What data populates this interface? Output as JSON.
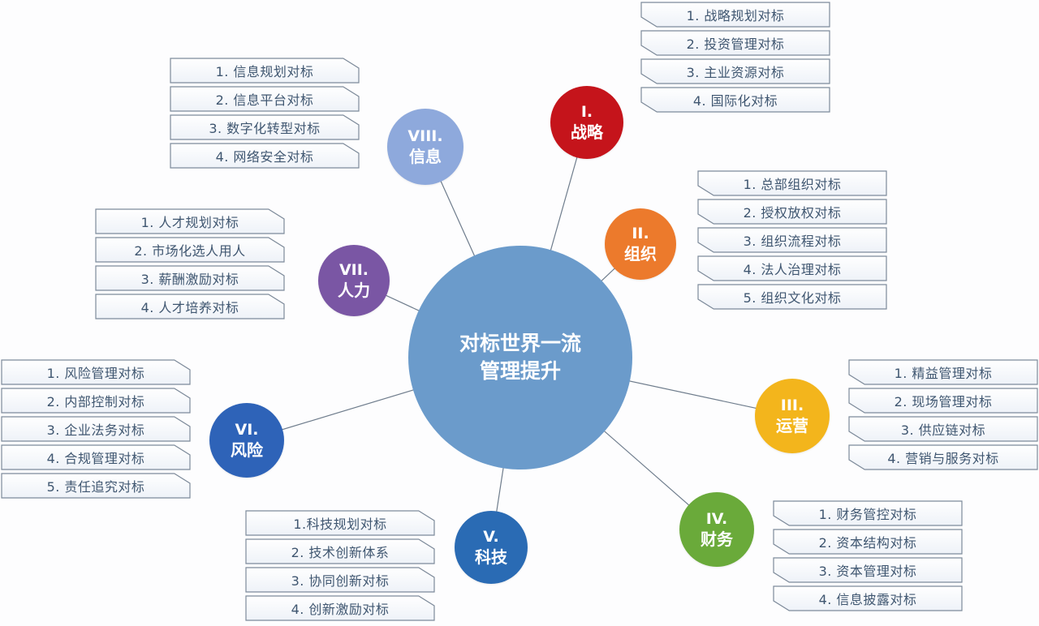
{
  "center": {
    "line1": "对标世界一流",
    "line2": "管理提升",
    "color": "#6b9bcb"
  },
  "branches": [
    {
      "id": "strategy",
      "num": "I.",
      "name": "战略",
      "color": "#c5141b",
      "items": [
        "1. 战略规划对标",
        "2. 投资管理对标",
        "3. 主业资源对标",
        "4. 国际化对标"
      ]
    },
    {
      "id": "organization",
      "num": "II.",
      "name": "组织",
      "color": "#ec7a2c",
      "items": [
        "1. 总部组织对标",
        "2. 授权放权对标",
        "3. 组织流程对标",
        "4. 法人治理对标",
        "5. 组织文化对标"
      ]
    },
    {
      "id": "operations",
      "num": "III.",
      "name": "运营",
      "color": "#f3b51c",
      "items": [
        "1. 精益管理对标",
        "2. 现场管理对标",
        "3. 供应链对标",
        "4. 营销与服务对标"
      ]
    },
    {
      "id": "finance",
      "num": "IV.",
      "name": "财务",
      "color": "#6aaa3a",
      "items": [
        "1. 财务管控对标",
        "2. 资本结构对标",
        "3. 资本管理对标",
        "4. 信息披露对标"
      ]
    },
    {
      "id": "technology",
      "num": "V.",
      "name": "科技",
      "color": "#2a6bb4",
      "items": [
        "1.科技规划对标",
        "2. 技术创新体系",
        "3. 协同创新对标",
        "4. 创新激励对标"
      ]
    },
    {
      "id": "risk",
      "num": "VI.",
      "name": "风险",
      "color": "#2e63b8",
      "items": [
        "1. 风险管理对标",
        "2. 内部控制对标",
        "3. 企业法务对标",
        "4. 合规管理对标",
        "5. 责任追究对标"
      ]
    },
    {
      "id": "hr",
      "num": "VII.",
      "name": "人力",
      "color": "#7a56a4",
      "items": [
        "1. 人才规划对标",
        "2. 市场化选人用人",
        "3. 薪酬激励对标",
        "4. 人才培养对标"
      ]
    },
    {
      "id": "information",
      "num": "VIII.",
      "name": "信息",
      "color": "#8ea9dc",
      "items": [
        "1. 信息规划对标",
        "2. 信息平台对标",
        "3. 数字化转型对标",
        "4. 网络安全对标"
      ]
    }
  ]
}
